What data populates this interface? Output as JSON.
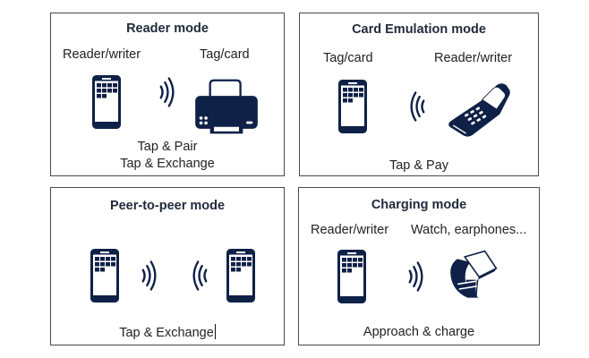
{
  "colors": {
    "icon_fill": "#0f2147",
    "border": "#4a4a4a",
    "text": "#222222"
  },
  "panels": [
    {
      "id": "reader",
      "title": "Reader mode",
      "left_label": "Reader/writer",
      "right_label": "Tag/card",
      "left_icon": "smartphone-icon",
      "signal_icon": "nfc-waves-right-icon",
      "right_icon": "printer-icon",
      "captions": [
        "Tap & Pair",
        "Tap & Exchange"
      ]
    },
    {
      "id": "card-emulation",
      "title": "Card Emulation mode",
      "left_label": "Tag/card",
      "right_label": "Reader/writer",
      "left_icon": "smartphone-icon",
      "signal_icon": "nfc-waves-left-icon",
      "right_icon": "payment-terminal-icon",
      "captions": [
        "Tap & Pay"
      ]
    },
    {
      "id": "peer-to-peer",
      "title": "Peer-to-peer mode",
      "left_icon": "smartphone-icon",
      "signal_icons": [
        "nfc-waves-right-icon",
        "nfc-waves-left-icon"
      ],
      "right_icon": "smartphone-icon",
      "captions": [
        "Tap & Exchange"
      ]
    },
    {
      "id": "charging",
      "title": "Charging mode",
      "left_label": "Reader/writer",
      "right_label": "Watch, earphones...",
      "left_icon": "smartphone-icon",
      "signal_icon": "nfc-waves-right-icon",
      "right_icon": "smartwatch-band-icon",
      "captions": [
        "Approach & charge"
      ]
    }
  ]
}
